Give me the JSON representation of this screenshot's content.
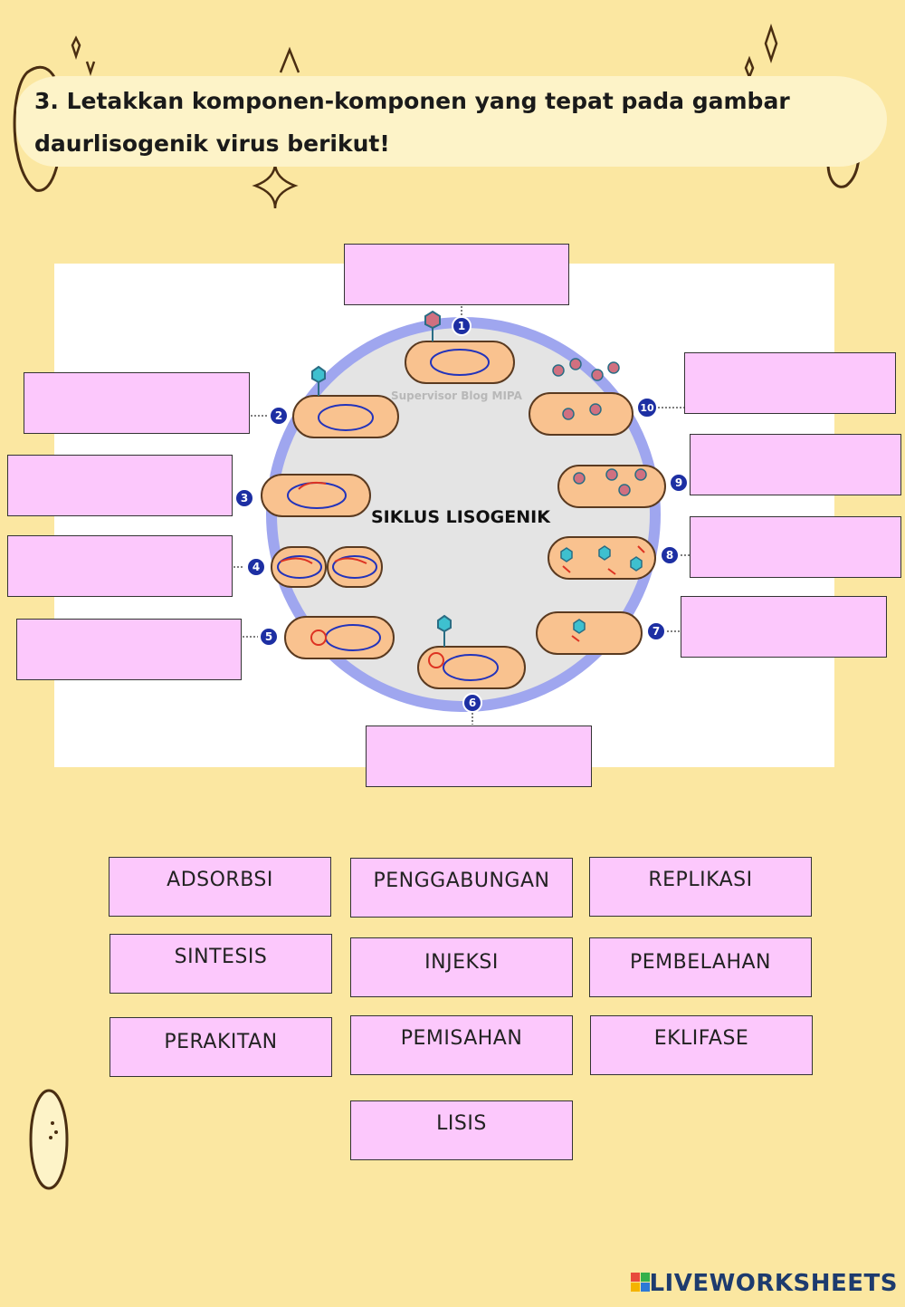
{
  "question": {
    "line1": "3. Letakkan komponen-komponen yang tepat pada gambar",
    "line2": "daurlisogenik virus berikut!"
  },
  "diagram": {
    "title": "SIKLUS LISOGENIK",
    "watermark": "Supervisor Blog MIPA",
    "steps": [
      "1",
      "2",
      "3",
      "4",
      "5",
      "6",
      "7",
      "8",
      "9",
      "10"
    ]
  },
  "options": [
    "ADSORBSI",
    "PENGGABUNGAN",
    "REPLIKASI",
    "SINTESIS",
    "INJEKSI",
    "PEMBELAHAN",
    "PERAKITAN",
    "PEMISAHAN",
    "EKLIFASE",
    "LISIS"
  ],
  "brand": "LIVEWORKSHEETS",
  "colors": {
    "background": "#fbe7a1",
    "dropzone": "#fcc8fc",
    "ring": "#9fa6ef",
    "cell": "#f9c28f",
    "badge": "#1d2fa3"
  }
}
